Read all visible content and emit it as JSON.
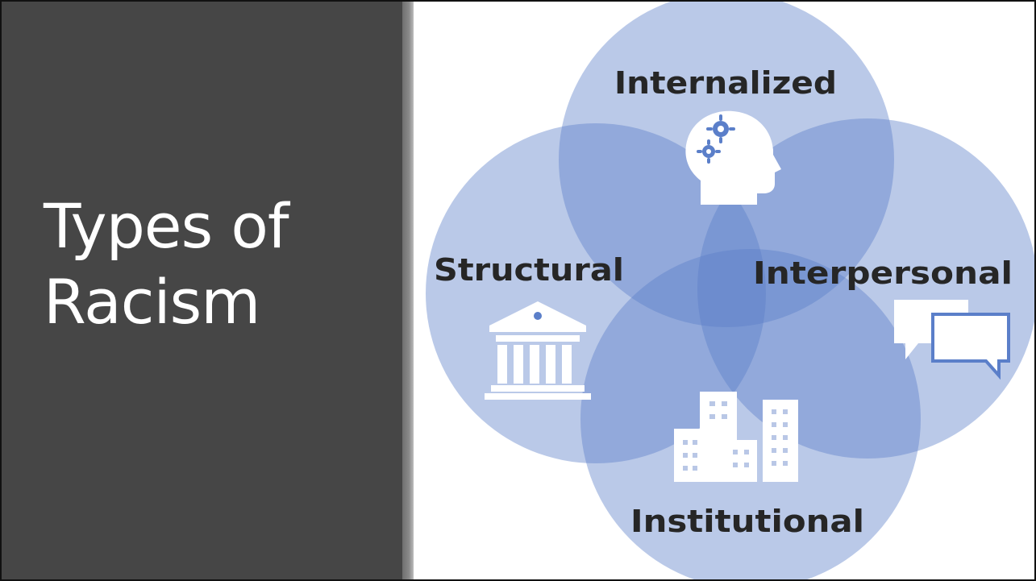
{
  "slide": {
    "title_line1": "Types of",
    "title_line2": "Racism"
  },
  "diagram": {
    "circles": [
      {
        "id": "internalized",
        "label": "Internalized",
        "icon": "head-gears-icon"
      },
      {
        "id": "structural",
        "label": "Structural",
        "icon": "government-building-icon"
      },
      {
        "id": "interpersonal",
        "label": "Interpersonal",
        "icon": "speech-bubbles-icon"
      },
      {
        "id": "institutional",
        "label": "Institutional",
        "icon": "city-buildings-icon"
      }
    ],
    "colors": {
      "circle_fill": "#5b7fc9",
      "label_text": "#262626",
      "icon_fill": "#ffffff",
      "left_panel": "#464646"
    }
  }
}
